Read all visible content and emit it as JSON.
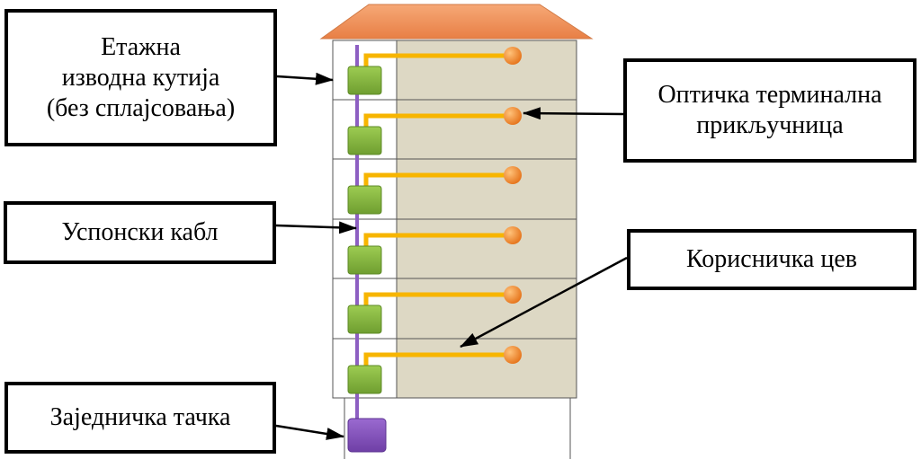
{
  "labels": {
    "floor_box": [
      "Етажна",
      "изводна кутија",
      "(без сплајсовања)"
    ],
    "terminal": [
      "Оптичка терминална",
      "прикључница"
    ],
    "riser": "Успонски кабл",
    "user_pipe": "Корисничка цев",
    "common_point": "Заједничка тачка"
  },
  "floors": 6,
  "colors": {
    "roof": "#f0925a",
    "wall": "#ddd8c4",
    "riser": "#8d5fc2",
    "box": "#7fae3c",
    "pipe": "#f7b500",
    "outlet": "#ee8a2a",
    "common_box": "#7f4fb6"
  }
}
